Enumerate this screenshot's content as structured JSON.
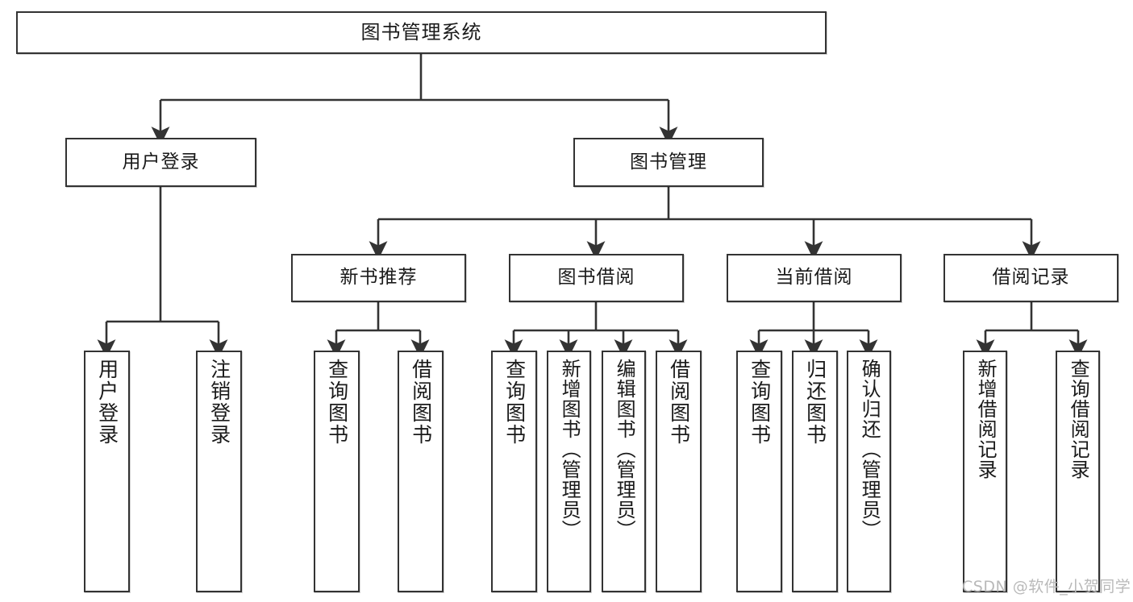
{
  "diagram": {
    "title": "图书管理系统",
    "type": "tree",
    "background": "#ffffff",
    "box_border_color": "#333333",
    "box_fill_color": "#ffffff",
    "connector_color": "#333333",
    "nodes": {
      "root": {
        "label": "图书管理系统"
      },
      "level2": [
        {
          "label": "用户登录"
        },
        {
          "label": "图书管理"
        }
      ],
      "level3": [
        {
          "label": "新书推荐"
        },
        {
          "label": "图书借阅"
        },
        {
          "label": "当前借阅"
        },
        {
          "label": "借阅记录"
        }
      ],
      "leaves": {
        "user_login": [
          {
            "label": "用户登录"
          },
          {
            "label": "注销登录"
          }
        ],
        "new_book_recommend": [
          {
            "label": "查询图书"
          },
          {
            "label": "借阅图书"
          }
        ],
        "book_borrow": [
          {
            "label": "查询图书"
          },
          {
            "label": "新增图书（管理员）"
          },
          {
            "label": "编辑图书（管理员）"
          },
          {
            "label": "借阅图书"
          }
        ],
        "current_borrow": [
          {
            "label": "查询图书"
          },
          {
            "label": "归还图书"
          },
          {
            "label": "确认归还（管理员）"
          }
        ],
        "borrow_record": [
          {
            "label": "新增借阅记录"
          },
          {
            "label": "查询借阅记录"
          }
        ]
      }
    },
    "watermark": "CSDN @软件_小贺同学"
  }
}
